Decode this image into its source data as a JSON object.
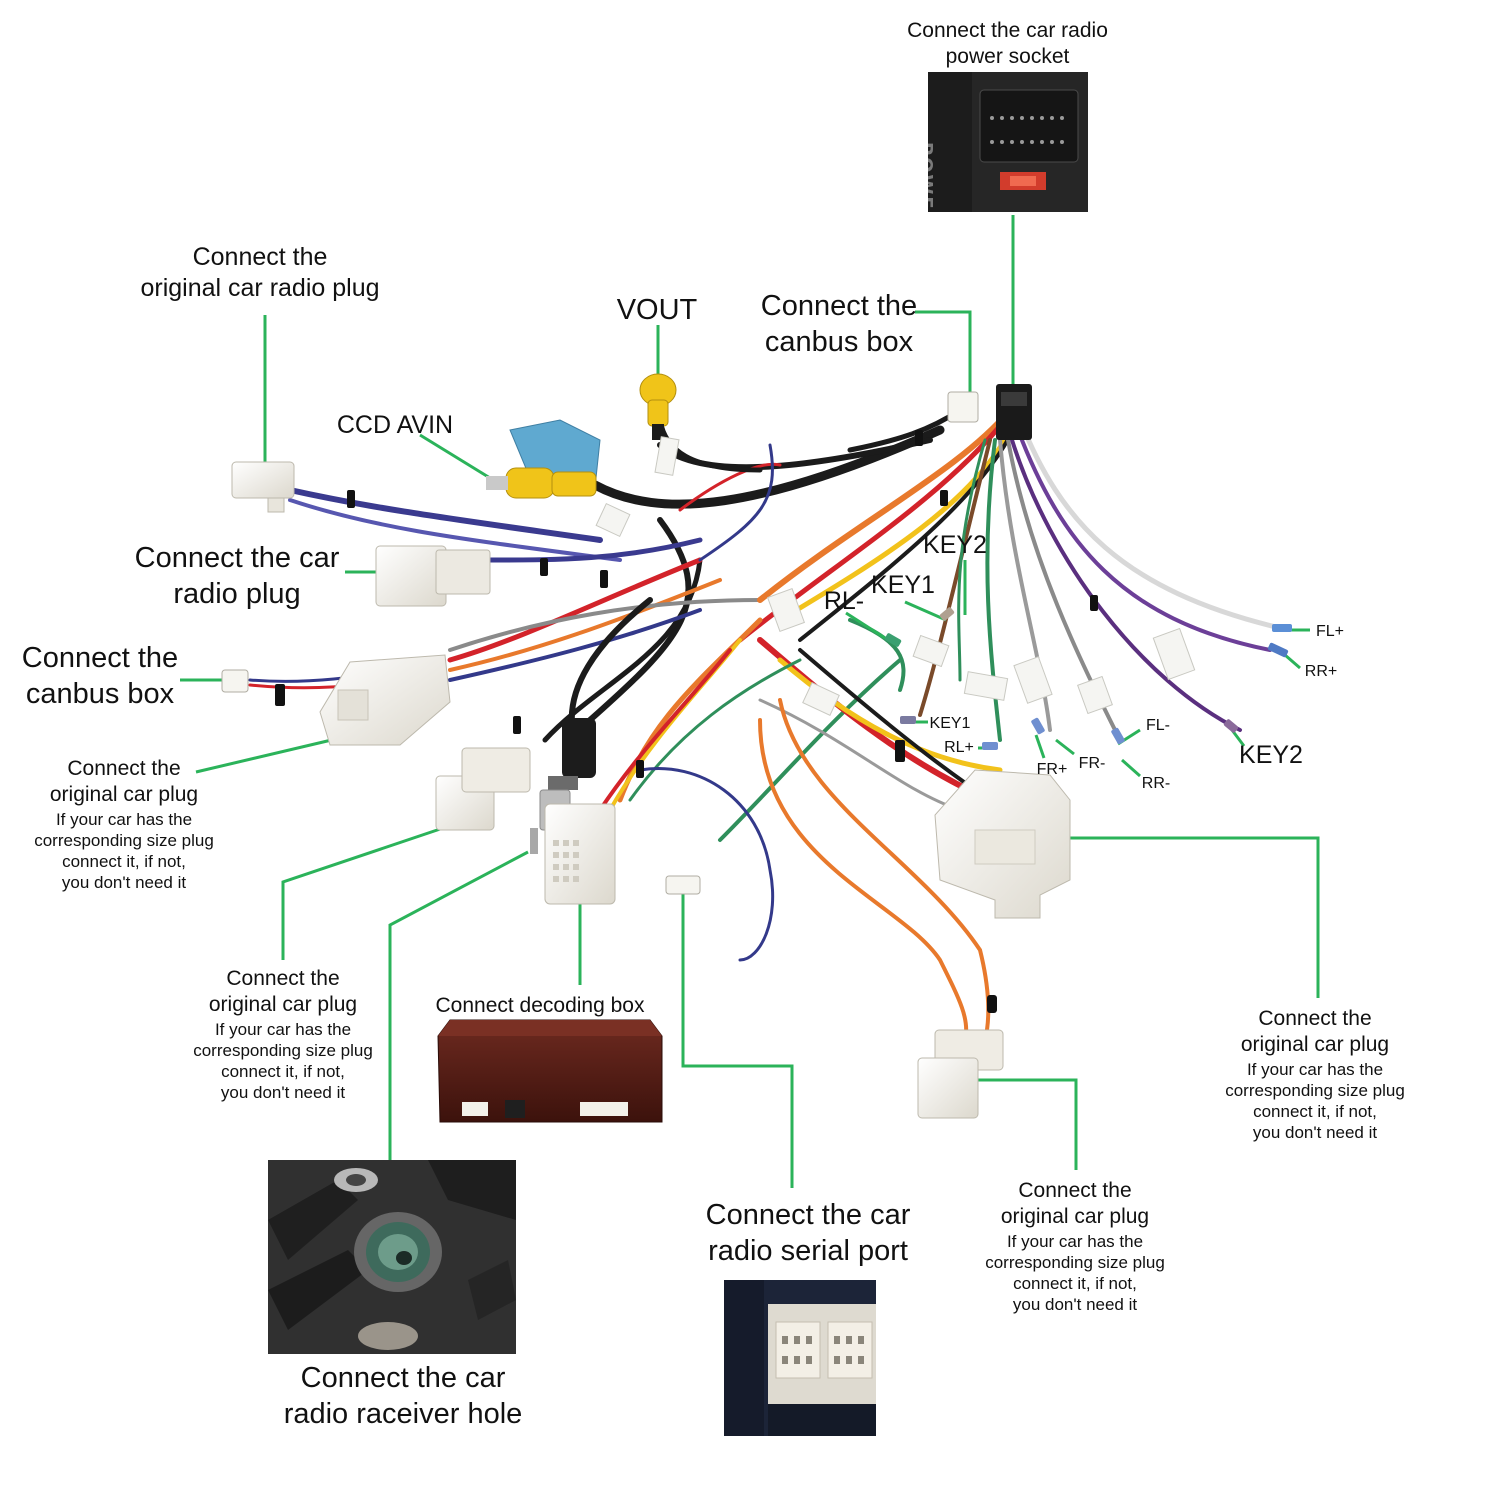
{
  "labels": {
    "power_socket": [
      "Connect the car radio",
      "power socket"
    ],
    "orig_radio_plug": [
      "Connect the",
      "original car radio plug"
    ],
    "vout": "VOUT",
    "canbus_top": [
      "Connect the",
      "canbus box"
    ],
    "ccd_avin": "CCD AVIN",
    "car_radio_plug": [
      "Connect the car",
      "radio  plug"
    ],
    "canbus_left": [
      "Connect the",
      "canbus box"
    ],
    "orig_plug_left": {
      "title": [
        "Connect the",
        "original car plug"
      ],
      "note": [
        "If your car has the",
        "corresponding size plug",
        "connect it, if not,",
        "you don't need it"
      ]
    },
    "orig_plug_mid": {
      "title": [
        "Connect the",
        "original car plug"
      ],
      "note": [
        "If your car has the",
        "corresponding size plug",
        "connect it, if not,",
        "you don't need it"
      ]
    },
    "decoding_box": "Connect decoding box",
    "serial_port": [
      "Connect the car",
      "radio  serial port"
    ],
    "orig_plug_bottom": {
      "title": [
        "Connect the",
        "original car plug"
      ],
      "note": [
        "If your car has the",
        "corresponding size plug",
        "connect it, if not,",
        "you don't need it"
      ]
    },
    "orig_plug_right": {
      "title": [
        "Connect the",
        "original car plug"
      ],
      "note": [
        "If your car has the",
        "corresponding size plug",
        "connect it, if not,",
        "you don't need it"
      ]
    },
    "receiver_hole": [
      "Connect the  car",
      "radio raceiver hole"
    ]
  },
  "wire_tags": {
    "key2_top": "KEY2",
    "key1_top": "KEY1",
    "rl_minus": "RL-",
    "fl_plus": "FL+",
    "rr_plus": "RR+",
    "key1_small": "KEY1",
    "rl_plus": "RL+",
    "fl_minus": "FL-",
    "fr_plus": "FR+",
    "fr_minus": "FR-",
    "rr_minus": "RR-",
    "key2_right": "KEY2"
  },
  "printed": {
    "power_panel_text": "POWER"
  },
  "colors": {
    "leader_line": "#2bb35a",
    "harness_black": "#1b1b1b",
    "wire_red": "#d3232a",
    "wire_orange": "#e8792c",
    "wire_yellow": "#f2c21b",
    "wire_blue": "#33398a",
    "wire_green": "#2f8f5b",
    "wire_purple": "#6c3f98",
    "wire_grey": "#8a8a8a",
    "plug_white": "#f1efe8",
    "decoder_brown": "#5a1f18",
    "rca_yellow": "#f0c419",
    "connector_blue": "#5fa9d0"
  }
}
